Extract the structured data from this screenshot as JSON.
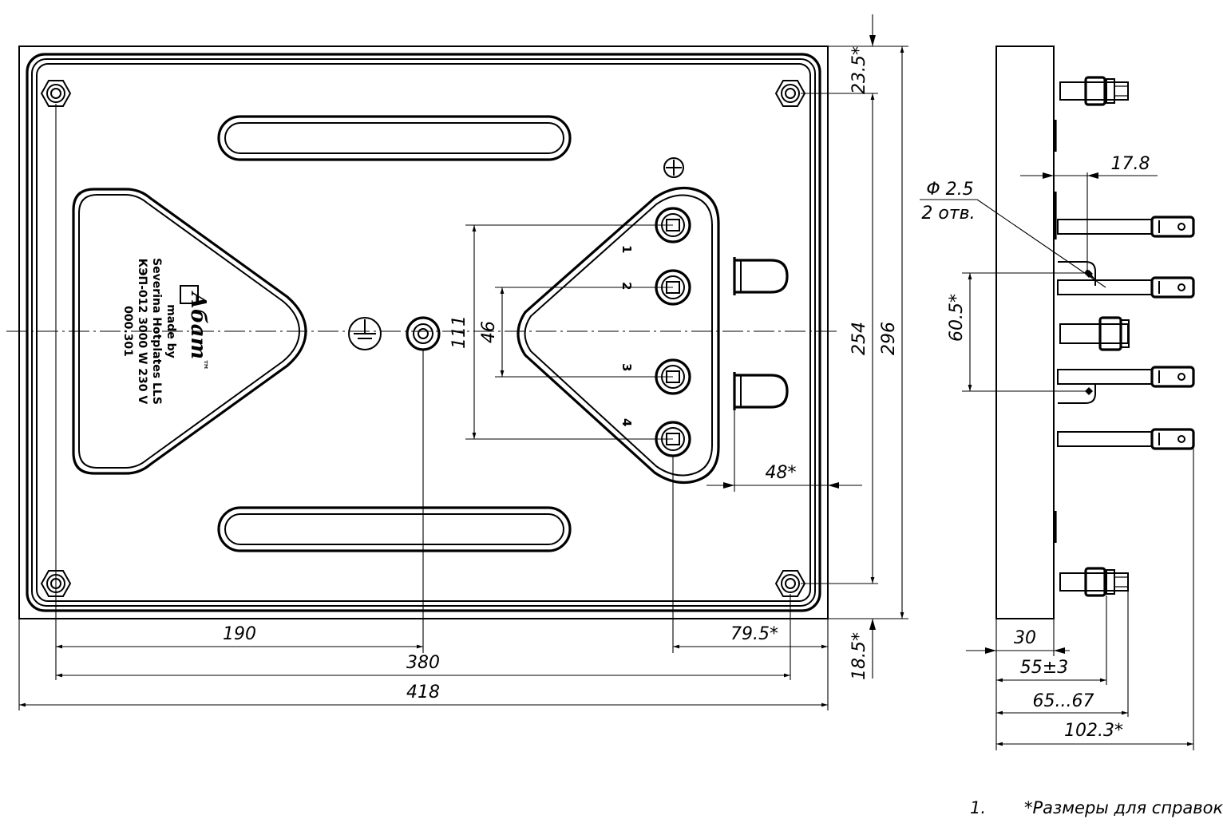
{
  "dimensions": {
    "d190": "190",
    "d380": "380",
    "d418": "418",
    "d79_5": "79.5*",
    "d48": "48*",
    "d111": "111",
    "d46": "46",
    "d254": "254",
    "d296": "296",
    "d23_5": "23.5*",
    "d18_5": "18.5*",
    "d17_8": "17.8",
    "d_phi": "Φ 2.5",
    "d_holes": "2 отв.",
    "d60_5": "60.5*",
    "d30": "30",
    "d55": "55±3",
    "d65": "65...67",
    "d102": "102.3*"
  },
  "terminals": [
    "1",
    "2",
    "3",
    "4"
  ],
  "nameplate": {
    "brand": "Абат",
    "trademark": "™",
    "made_by": "made by",
    "maker": "Severina Hotplates LLS",
    "model": "КЭП-012  3000 W  230 V",
    "serial": "000.301"
  },
  "notes": {
    "number": "1.",
    "text": "*Размеры для справок."
  }
}
